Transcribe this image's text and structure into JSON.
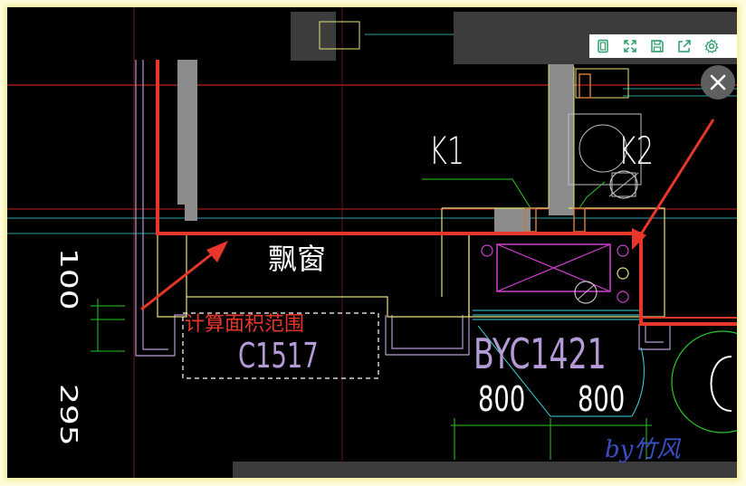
{
  "drawing": {
    "label_k1": "K1",
    "label_k2": "K2",
    "label_bay_window": "飘窗",
    "label_calc_range": "计算面积范围",
    "label_window_c": "C1517",
    "label_window_byc": "BYC1421",
    "dim_800_left": "800",
    "dim_800_right": "800",
    "dim_100": "100",
    "dim_295": "295",
    "watermark": "by竹风"
  },
  "toolbar": {
    "buttons": [
      "fit-page-icon",
      "fullscreen-icon",
      "save-icon",
      "share-icon",
      "settings-icon"
    ]
  },
  "colors": {
    "background": "#000000",
    "highlight_red": "#e8362b",
    "wall_gray": "#8c8c8c",
    "window_purple": "#b59ad8",
    "outline_yellow": "#e8e07a",
    "cyan": "#3ed8e0",
    "green": "#28c828",
    "magenta": "#d040d0",
    "watermark_blue": "#3a4fc4"
  }
}
